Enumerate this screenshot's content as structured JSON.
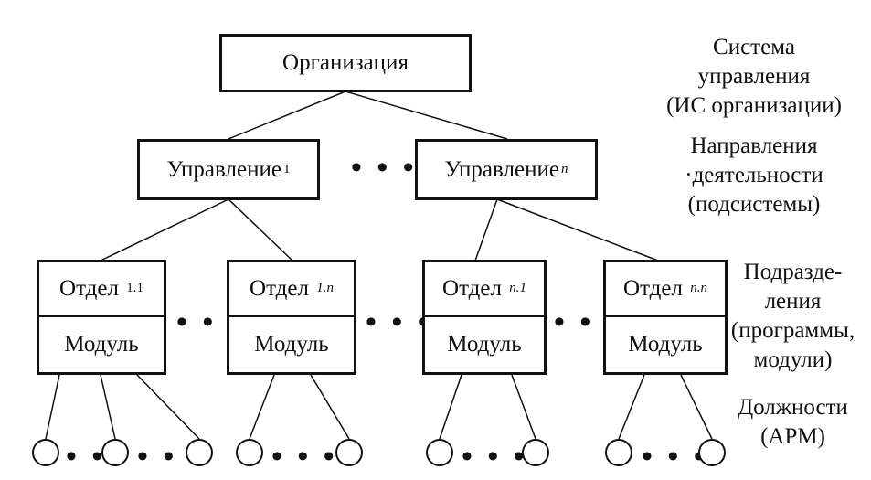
{
  "root": {
    "label": "Организация"
  },
  "managements": [
    {
      "label": "Управление",
      "sub": "1"
    },
    {
      "label": "Управление",
      "sub": "n"
    }
  ],
  "departments": [
    {
      "label": "Отдел",
      "sub": "1.1",
      "module": "Модуль"
    },
    {
      "label": "Отдел",
      "sub": "1.n",
      "module": "Модуль"
    },
    {
      "label": "Отдел",
      "sub": "n.1",
      "module": "Модуль"
    },
    {
      "label": "Отдел",
      "sub": "n.n",
      "module": "Модуль"
    }
  ],
  "ellipsis": "• • •",
  "levels": [
    {
      "lines": [
        "Система",
        "управления",
        "(ИС организации)"
      ]
    },
    {
      "lines": [
        "Направления",
        "·деятельности",
        "(подсистемы)"
      ]
    },
    {
      "lines": [
        "Подразде-",
        "ления",
        "(программы,",
        "модули)"
      ]
    },
    {
      "lines": [
        "Должности",
        "(АРМ)"
      ]
    }
  ]
}
